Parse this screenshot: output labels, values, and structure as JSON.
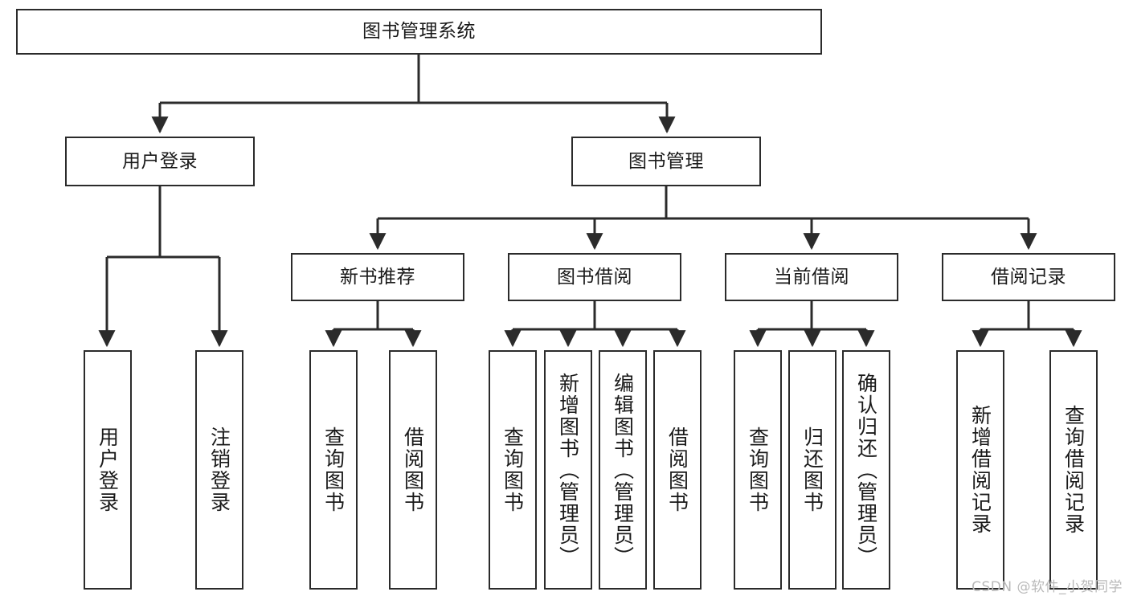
{
  "diagram": {
    "title": "图书管理系统",
    "type": "tree",
    "stroke_color": "#2b2b2b",
    "fill_color": "#ffffff",
    "text_color": "#1a1a1a"
  },
  "nodes": {
    "root": {
      "label": "图书管理系统",
      "level": 0
    },
    "l1": [
      {
        "id": "user-login",
        "label": "用户登录"
      },
      {
        "id": "book-manage",
        "label": "图书管理"
      }
    ],
    "l2": [
      {
        "id": "new-book-rec",
        "label": "新书推荐"
      },
      {
        "id": "book-borrow",
        "label": "图书借阅"
      },
      {
        "id": "current-borrow",
        "label": "当前借阅"
      },
      {
        "id": "borrow-record",
        "label": "借阅记录"
      }
    ],
    "leaves": {
      "user-login": [
        {
          "id": "leaf-user-login",
          "label": "用户登录"
        },
        {
          "id": "leaf-logout",
          "label": "注销登录"
        }
      ],
      "new-book-rec": [
        {
          "id": "leaf-query-book-1",
          "label": "查询图书"
        },
        {
          "id": "leaf-borrow-book-1",
          "label": "借阅图书"
        }
      ],
      "book-borrow": [
        {
          "id": "leaf-query-book-2",
          "label": "查询图书"
        },
        {
          "id": "leaf-add-book",
          "label": "新增图书（管理员）"
        },
        {
          "id": "leaf-edit-book",
          "label": "编辑图书（管理员）"
        },
        {
          "id": "leaf-borrow-book-2",
          "label": "借阅图书"
        }
      ],
      "current-borrow": [
        {
          "id": "leaf-query-book-3",
          "label": "查询图书"
        },
        {
          "id": "leaf-return-book",
          "label": "归还图书"
        },
        {
          "id": "leaf-confirm-return",
          "label": "确认归还（管理员）"
        }
      ],
      "borrow-record": [
        {
          "id": "leaf-add-record",
          "label": "新增借阅记录"
        },
        {
          "id": "leaf-query-record",
          "label": "查询借阅记录"
        }
      ]
    }
  },
  "watermark": {
    "text": "CSDN @软件_小贺同学"
  }
}
